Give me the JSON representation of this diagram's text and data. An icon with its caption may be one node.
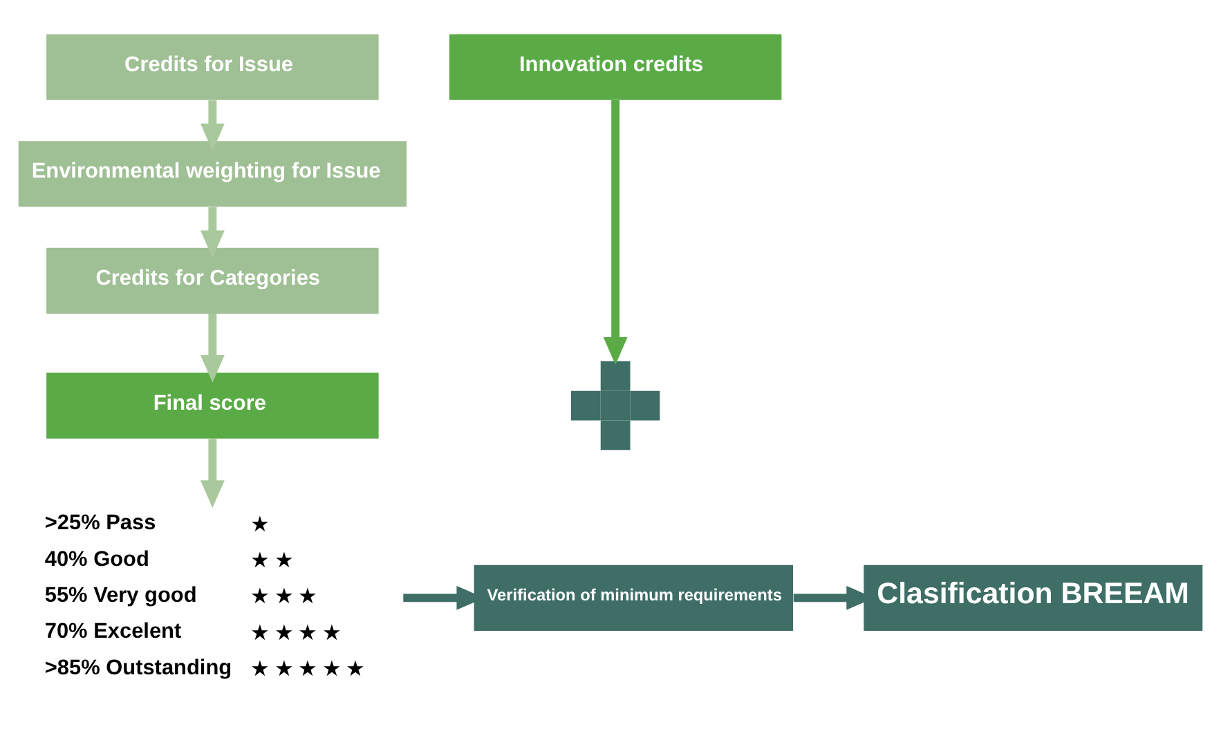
{
  "diagram": {
    "nodes": [
      {
        "text": [
          "Credits for Issue"
        ]
      },
      {
        "text": [
          "Environmental weighting for Issue"
        ]
      },
      {
        "text": [
          "Credits for Categories"
        ]
      },
      {
        "text": [
          "Final score"
        ]
      },
      {
        "text": [
          "Innovation credits"
        ]
      },
      {
        "text": [],
        "shape": "cross"
      },
      {
        "text": [
          ">25% Pass",
          "★",
          "40% Good",
          "★ ★",
          "55% Very good",
          "★ ★ ★",
          "70% Excelent",
          "★ ★ ★ ★",
          ">85% Outstanding",
          "★ ★ ★ ★ ★"
        ]
      },
      {
        "text": [
          "Verification of minimum requirements"
        ]
      },
      {
        "text": [
          "Clasification BREEAM"
        ]
      }
    ],
    "edges": [
      {
        "from": 0,
        "to": 1,
        "arrow": "to"
      },
      {
        "from": 1,
        "to": 2,
        "arrow": "to"
      },
      {
        "from": 2,
        "to": 3,
        "arrow": "to"
      },
      {
        "from": 3,
        "to": 6,
        "arrow": "to"
      },
      {
        "from": 4,
        "to": 5,
        "arrow": "to",
        "color": "#5aab46"
      },
      {
        "from": 6,
        "to": 7,
        "arrow": "to",
        "color": "#3e6e66"
      },
      {
        "from": 7,
        "to": 8,
        "arrow": "to",
        "color": "#3e6e66"
      }
    ]
  }
}
